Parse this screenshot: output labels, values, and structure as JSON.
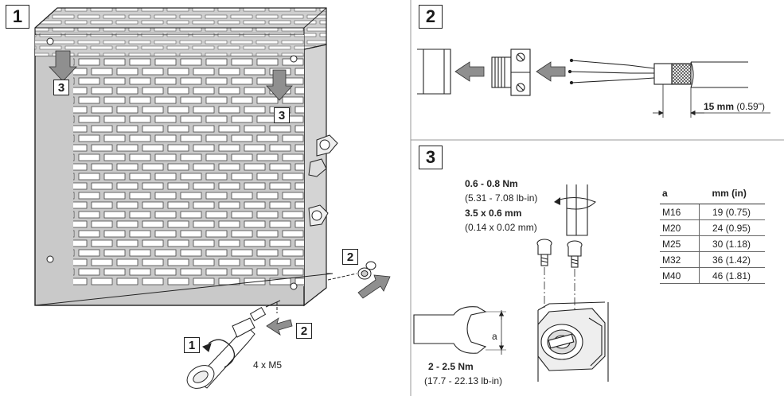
{
  "steps": {
    "panel1": "1",
    "panel2": "2",
    "panel3": "3",
    "sub3_left": "3",
    "sub3_right": "3",
    "sub2": "2",
    "sub1": "1",
    "sub2_bottom": "2"
  },
  "panel1": {
    "screws_label": "4 x M5"
  },
  "panel2": {
    "strip_length_bold": "15 mm",
    "strip_length_inch": " (0.59\")"
  },
  "panel3": {
    "torque_screw_bold": "0.6 - 0.8 Nm",
    "torque_screw_lbin": "(5.31 - 7.08 lb-in)",
    "blade_bold": "3.5 x 0.6 mm",
    "blade_inch": "(0.14 x 0.02 mm)",
    "torque_nut_bold": "2 - 2.5 Nm",
    "torque_nut_lbin": "(17.7 - 22.13 lb-in)",
    "dim_label": "a"
  },
  "table": {
    "headers": [
      "a",
      "mm (in)"
    ],
    "rows": [
      [
        "M16",
        "19 (0.75)"
      ],
      [
        "M20",
        "24 (0.95)"
      ],
      [
        "M25",
        "30 (1.18)"
      ],
      [
        "M32",
        "36 (1.42)"
      ],
      [
        "M40",
        "46 (1.81)"
      ]
    ]
  }
}
